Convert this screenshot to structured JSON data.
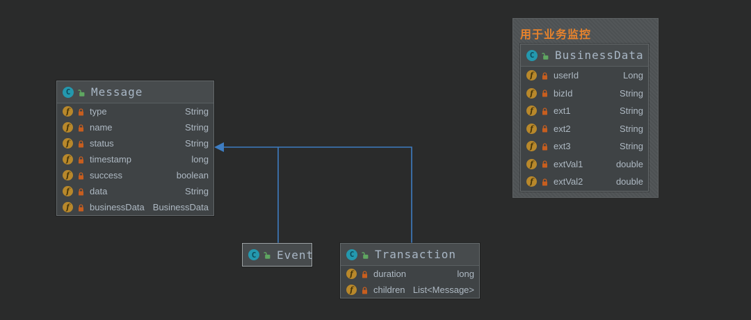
{
  "diagram": {
    "background": "#2a2b2b",
    "edge_color": "#3e7dc2",
    "annotation_color": "#e8832c"
  },
  "icons": {
    "class_letter": "C",
    "field_letter": "f"
  },
  "annotation": {
    "text": "用于业务监控"
  },
  "classes": {
    "message": {
      "name": "Message",
      "fields": [
        {
          "name": "type",
          "type": "String"
        },
        {
          "name": "name",
          "type": "String"
        },
        {
          "name": "status",
          "type": "String"
        },
        {
          "name": "timestamp",
          "type": "long"
        },
        {
          "name": "success",
          "type": "boolean"
        },
        {
          "name": "data",
          "type": "String"
        },
        {
          "name": "businessData",
          "type": "BusinessData"
        }
      ]
    },
    "businessData": {
      "name": "BusinessData",
      "fields": [
        {
          "name": "userId",
          "type": "Long"
        },
        {
          "name": "bizId",
          "type": "String"
        },
        {
          "name": "ext1",
          "type": "String"
        },
        {
          "name": "ext2",
          "type": "String"
        },
        {
          "name": "ext3",
          "type": "String"
        },
        {
          "name": "extVal1",
          "type": "double"
        },
        {
          "name": "extVal2",
          "type": "double"
        }
      ]
    },
    "event": {
      "name": "Event",
      "fields": []
    },
    "transaction": {
      "name": "Transaction",
      "fields": [
        {
          "name": "duration",
          "type": "long"
        },
        {
          "name": "children",
          "type": "List<Message>"
        }
      ]
    }
  },
  "relationships": [
    {
      "from": "Event",
      "to": "Message"
    },
    {
      "from": "Transaction",
      "to": "Message"
    }
  ]
}
